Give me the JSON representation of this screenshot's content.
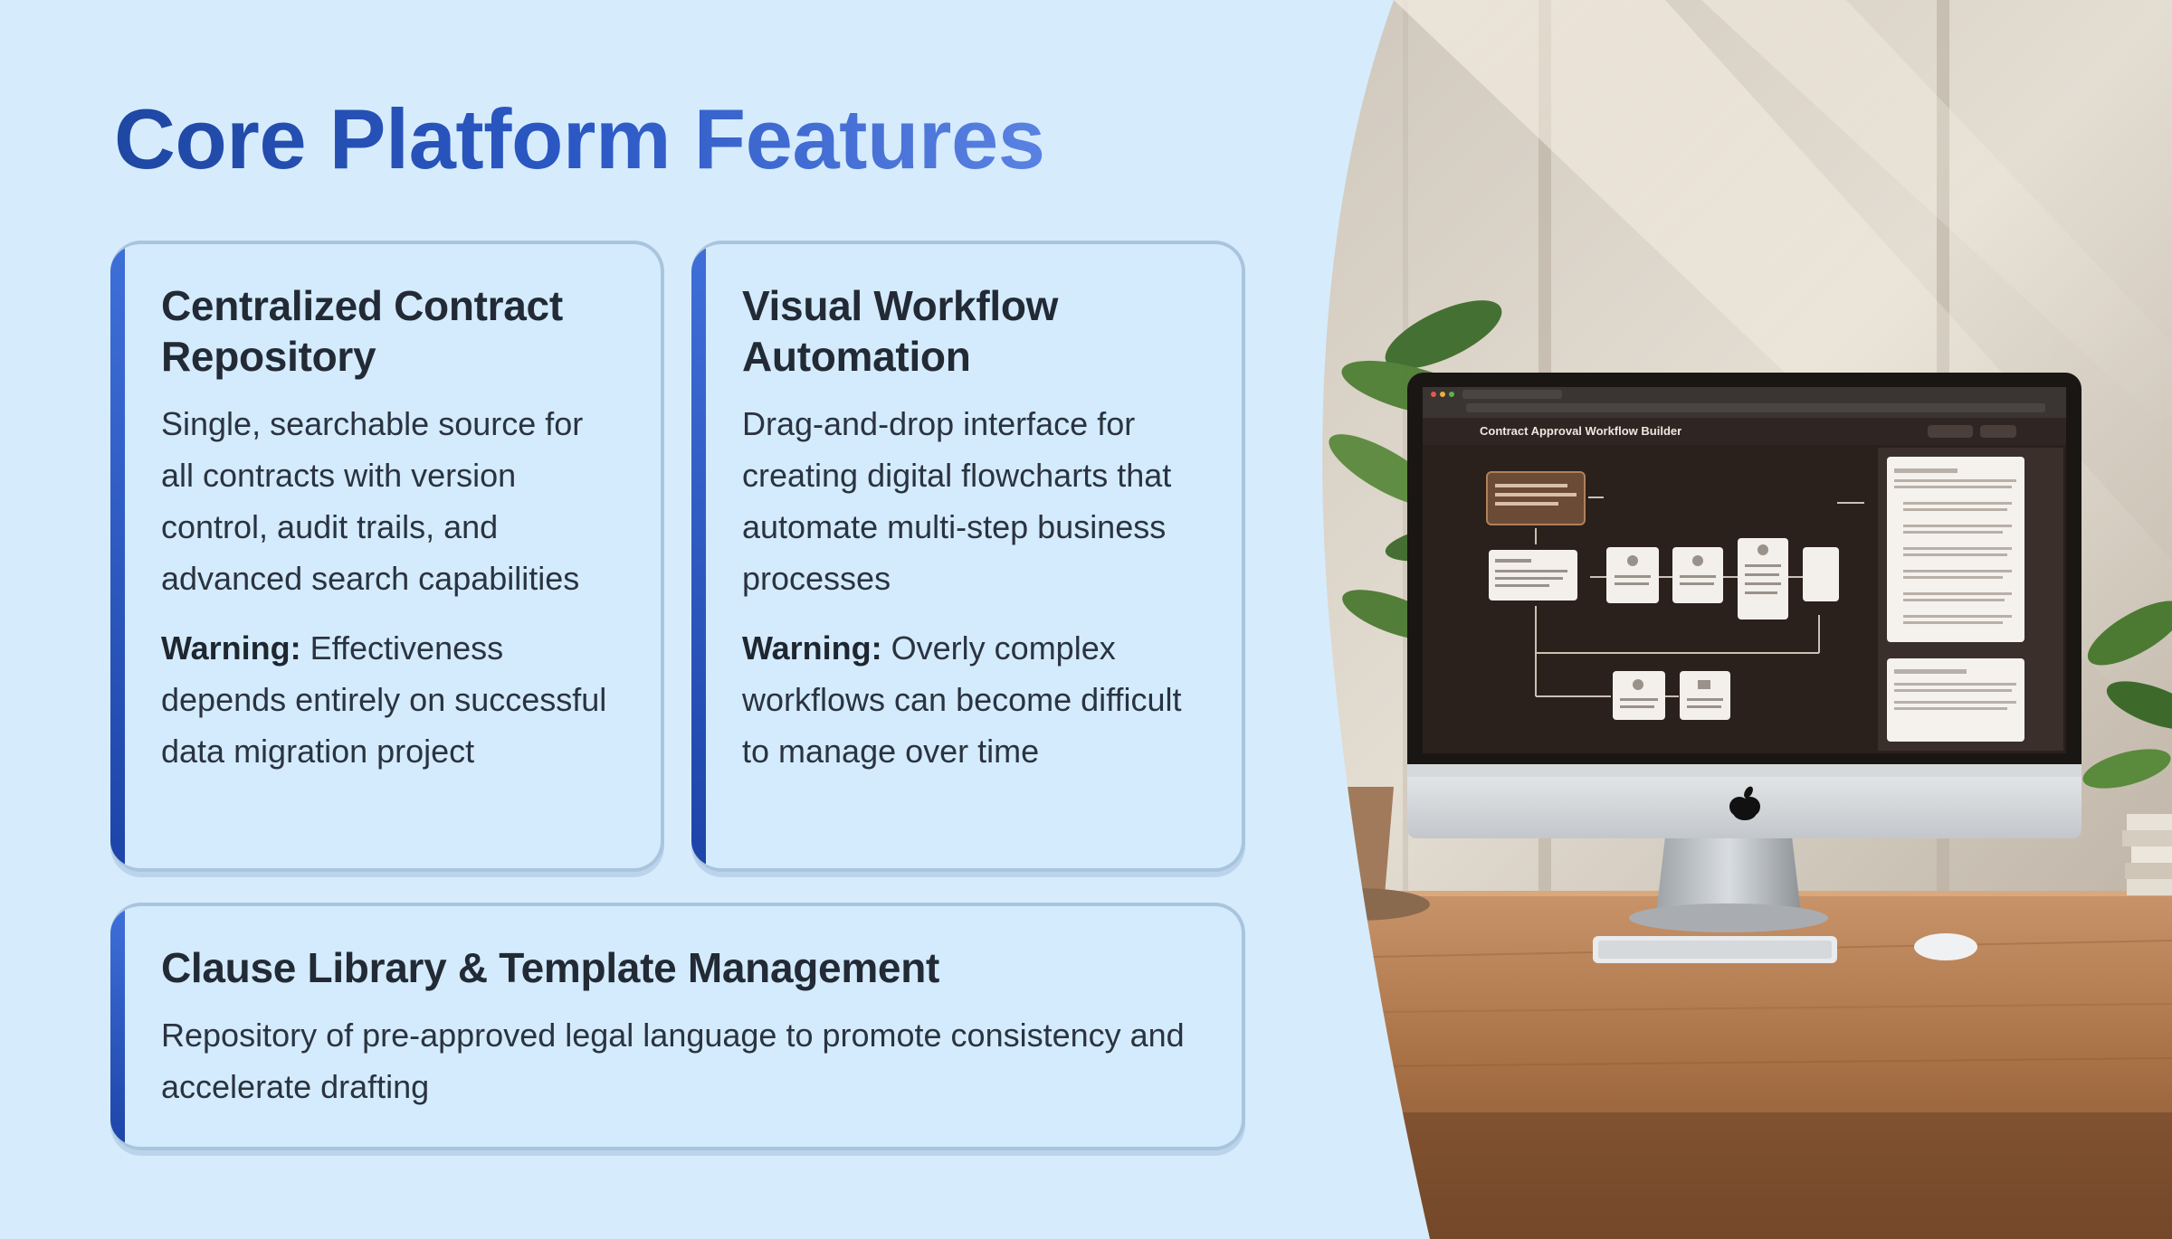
{
  "title": "Core Platform Features",
  "cards": [
    {
      "title": "Centralized Contract Repository",
      "description": "Single, searchable source for all contracts with version control, audit trails, and advanced search capabilities",
      "warning_label": "Warning:",
      "warning_text": "Effectiveness depends entirely on successful data migration project"
    },
    {
      "title": "Visual Workflow Automation",
      "description": "Drag-and-drop interface for creating digital flowcharts that automate multi-step business processes",
      "warning_label": "Warning:",
      "warning_text": "Overly complex workflows can become difficult to manage over time"
    },
    {
      "title": "Clause Library & Template Management",
      "description": "Repository of pre-approved legal language to promote consistency and accelerate drafting"
    }
  ],
  "photo": {
    "screen_title": "Contract Approval Workflow Builder",
    "colors": {
      "background": "#d6ecfd",
      "title_start": "#1f47a3",
      "title_end": "#5a82e2",
      "card_accent": "#2b58c4",
      "card_border": "#a9c5dd"
    }
  }
}
